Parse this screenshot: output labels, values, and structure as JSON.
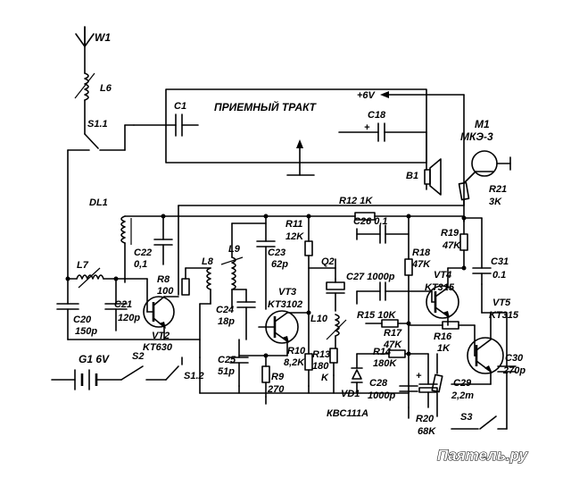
{
  "block": {
    "title": "ПРИЕМНЫЙ ТРАКТ",
    "supply": "+6V"
  },
  "labels": {
    "W1": "W1",
    "L6": "L6",
    "S1_1": "S1.1",
    "C1": "C1",
    "C18": "C18",
    "B1": "B1",
    "M1": "M1",
    "MKE": "МКЭ-3",
    "DL1": "DL1",
    "R12": "R12 1K",
    "R21": "R21",
    "R21v": "3K",
    "R11": "R11",
    "R11v": "12K",
    "C26": "C26 0,1",
    "R18": "R18",
    "R18v": "47K",
    "R19": "R19",
    "R19v": "47K",
    "C22": "C22",
    "C22v": "0,1",
    "L9": "L9",
    "C23": "C23",
    "C23v": "62p",
    "Q2": "Q2",
    "C27": "C27 1000p",
    "VT4": "VT4",
    "VT4v": "KT315",
    "C31": "C31",
    "C31v": "0.1",
    "L7": "L7",
    "L8": "L8",
    "R8": "R8",
    "R8v": "100",
    "VT3": "VT3",
    "VT3v": "KT3102",
    "C21": "C21",
    "C21v": "120p",
    "C20": "C20",
    "C20v": "150p",
    "VT2": "VT2",
    "VT2v": "KT630",
    "C24": "C24",
    "C24v": "18p",
    "L10": "L10",
    "R15": "R15 10K",
    "VT5": "VT5",
    "VT5v": "KT315",
    "R17": "R17",
    "R17v": "47K",
    "R16": "R16",
    "R16v": "1K",
    "G1": "G1 6V",
    "S2": "S2",
    "C25": "C25",
    "C25v": "51p",
    "R10": "R10",
    "R10v": "8,2K",
    "R13": "R13",
    "R13v": "180",
    "R13k": "K",
    "R14": "R14",
    "R14v": "180K",
    "C29": "C29",
    "C29v": "2,2m",
    "C30": "C30",
    "C30v": "270p",
    "S1_2": "S1.2",
    "R9": "R9",
    "R9v": "270",
    "VD1": "VD1",
    "C28": "C28",
    "C28v": "1000p",
    "S3": "S3",
    "KBC": "КВС111А",
    "R20": "R20",
    "R20v": "68K"
  },
  "watermark": "Паятель.ру"
}
